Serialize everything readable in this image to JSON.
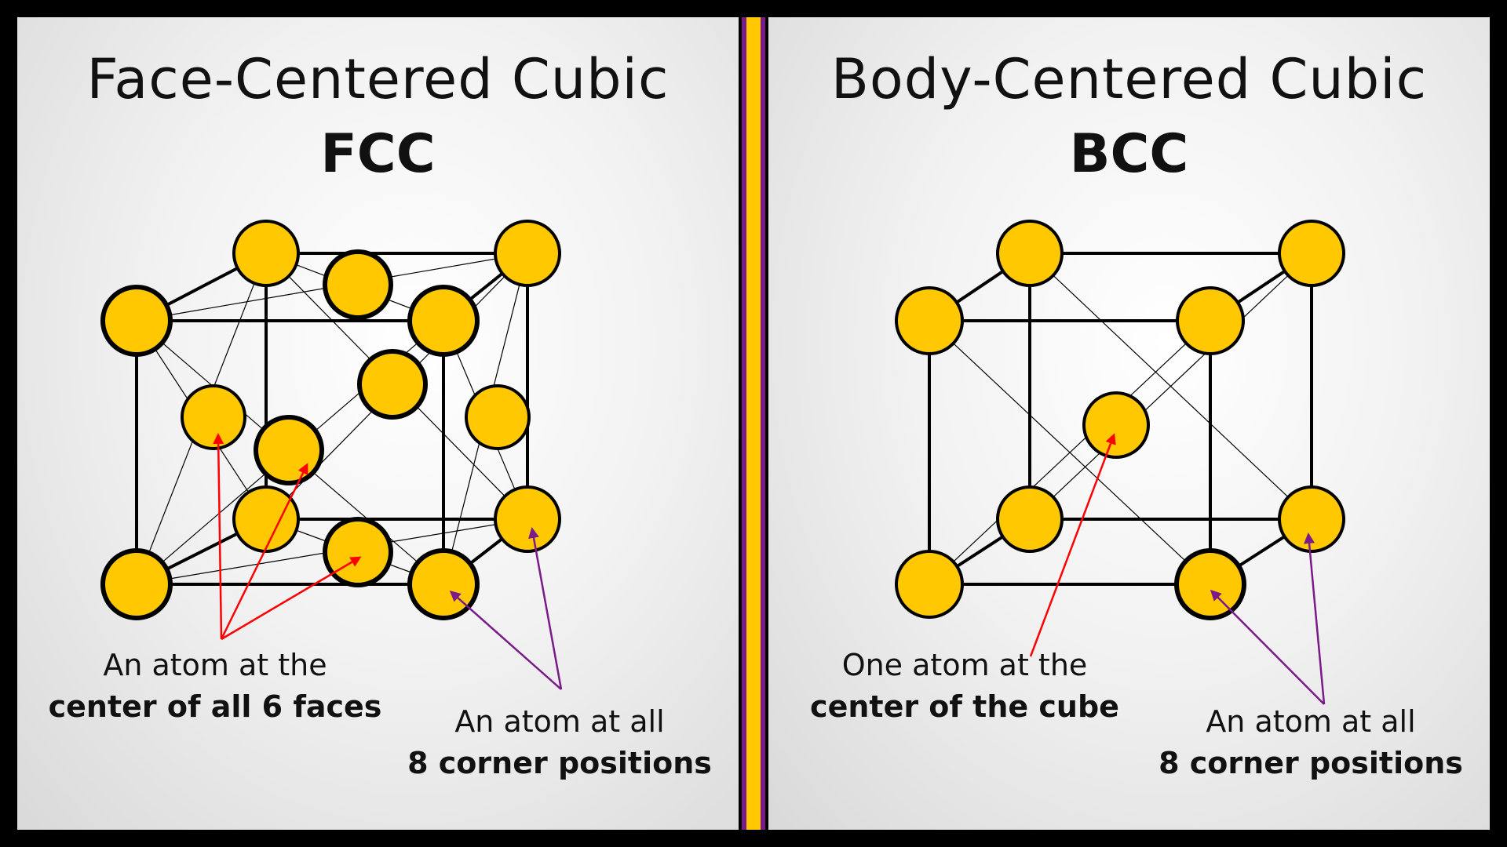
{
  "colors": {
    "atom_fill": "#ffc800",
    "atom_stroke": "#000000",
    "divider_outer": "#7b1a8a",
    "divider_inner": "#ffc800",
    "arrow_face": "#ff0000",
    "arrow_corner": "#7b1a8a"
  },
  "fcc": {
    "title": "Face-Centered Cubic",
    "abbr": "FCC",
    "face_label_line1": "An atom at the",
    "face_label_line2": "center of all 6 faces",
    "corner_label_line1": "An atom at all",
    "corner_label_line2": "8 corner positions"
  },
  "bcc": {
    "title": "Body-Centered Cubic",
    "abbr": "BCC",
    "center_label_line1": "One atom at the",
    "center_label_line2": "center of the cube",
    "corner_label_line1": "An atom at all",
    "corner_label_line2": "8 corner positions"
  }
}
